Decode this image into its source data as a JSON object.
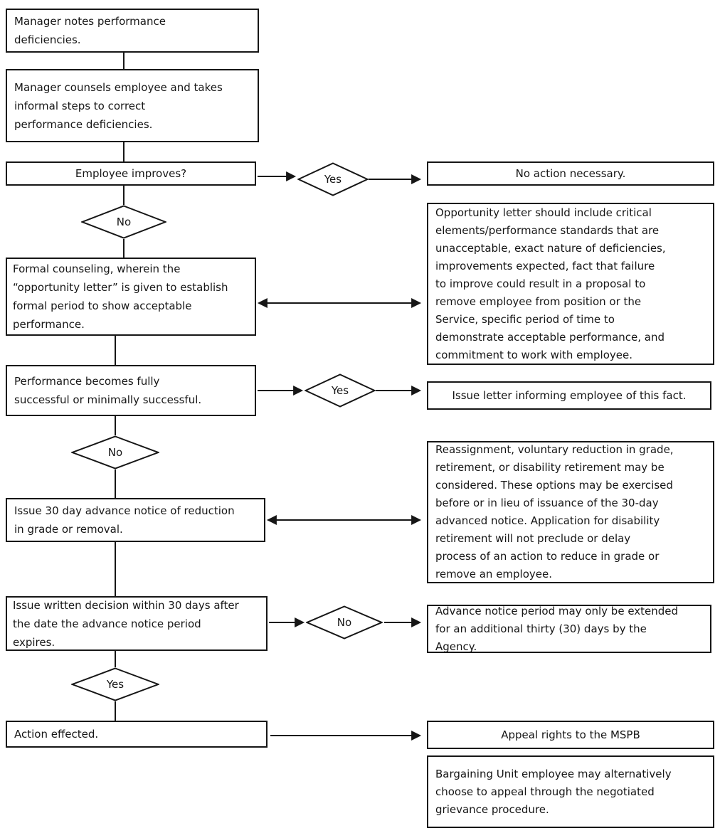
{
  "flowchart": {
    "colors": {
      "line": "#161616",
      "box_background": "#ffffff",
      "page_background": "#ffffff",
      "text": "#161616"
    },
    "nodes": {
      "manager_notes": {
        "text": "Manager notes performance\ndeficiencies."
      },
      "manager_counsels": {
        "text": "Manager counsels employee and takes\ninformal steps to correct\nperformance deficiencies."
      },
      "employee_improves": {
        "text": "Employee improves?"
      },
      "no_action": {
        "text": "No action necessary."
      },
      "formal_counseling": {
        "text": "Formal counseling, wherein the\n“opportunity letter” is given to establish\nformal period to show acceptable\nperformance."
      },
      "opportunity_letter_note": {
        "text": "Opportunity letter should include critical\nelements/performance standards that are\nunacceptable, exact nature of deficiencies,\nimprovements expected, fact that failure\nto improve could result in a proposal to\nremove employee from position or the\nService, specific period of time to\ndemonstrate acceptable performance, and\ncommitment to work with employee."
      },
      "performance_successful": {
        "text": "Performance becomes fully\nsuccessful or minimally successful."
      },
      "issue_letter": {
        "text": "Issue letter informing employee of this fact."
      },
      "issue_30_day_notice": {
        "text": "Issue 30 day advance notice of reduction\nin grade or removal."
      },
      "reassignment_note": {
        "text": "Reassignment, voluntary reduction in grade,\nretirement, or disability retirement may be\nconsidered.  These options may be exercised\nbefore or in lieu of issuance of the 30-day\nadvanced notice.  Application for disability\nretirement will not preclude or delay\nprocess of an action to reduce in grade or\nremove an employee."
      },
      "issue_written_decision": {
        "text": "Issue written decision within 30 days after\nthe date the advance notice period\nexpires."
      },
      "advance_notice_extension": {
        "text": "Advance notice period may only be extended\nfor an additional thirty (30) days by the\nAgency."
      },
      "action_effected": {
        "text": "Action effected."
      },
      "appeal_rights": {
        "text": "Appeal rights to the MSPB"
      },
      "bargaining_unit": {
        "text": "Bargaining Unit employee may alternatively\nchoose to appeal through the negotiated\ngrievance procedure."
      }
    },
    "decisions": {
      "improves_yes": {
        "label": "Yes"
      },
      "improves_no": {
        "label": "No"
      },
      "successful_yes": {
        "label": "Yes"
      },
      "successful_no": {
        "label": "No"
      },
      "decision_no": {
        "label": "No"
      },
      "decision_yes": {
        "label": "Yes"
      }
    }
  }
}
